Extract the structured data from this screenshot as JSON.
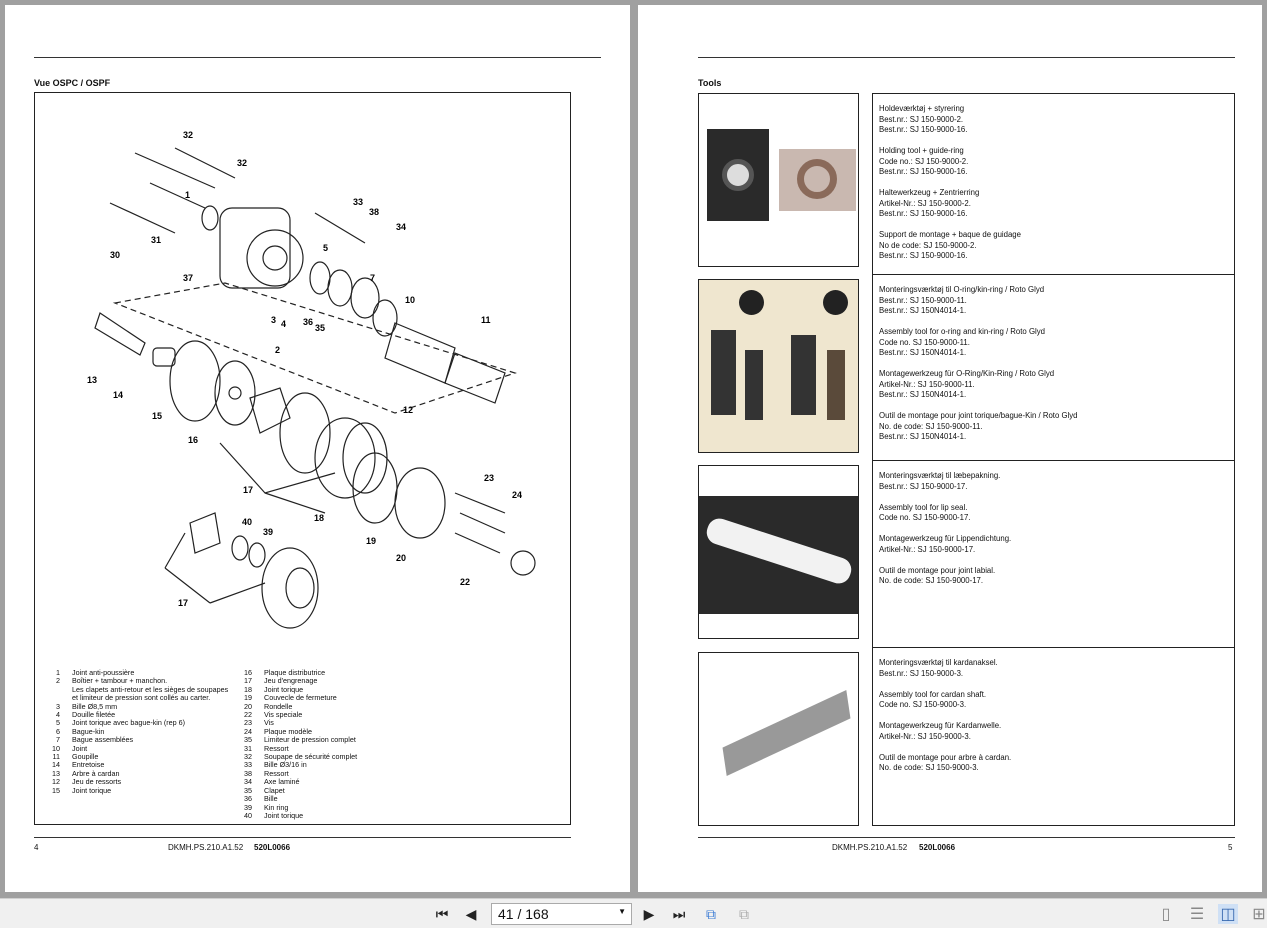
{
  "left_page": {
    "section_title": "Vue OSPC / OSPF",
    "callouts": [
      "32",
      "32",
      "1",
      "33",
      "38",
      "34",
      "5",
      "30",
      "31",
      "37",
      "7",
      "10",
      "11",
      "3",
      "4",
      "36",
      "35",
      "2",
      "13",
      "14",
      "15",
      "16",
      "12",
      "17",
      "18",
      "23",
      "24",
      "19",
      "20",
      "22",
      "40",
      "39",
      "17"
    ],
    "legend_left": [
      {
        "n": "1",
        "t": "Joint anti-poussière"
      },
      {
        "n": "2",
        "t": "Boîtier + tambour + manchon."
      },
      {
        "n": "",
        "t": "Les clapets anti-retour et les sièges de soupapes"
      },
      {
        "n": "",
        "t": "et limiteur de pression sont collés au carter."
      },
      {
        "n": "3",
        "t": "Bille Ø8,5 mm"
      },
      {
        "n": "4",
        "t": "Douille filetée"
      },
      {
        "n": "5",
        "t": "Joint torique avec bague-kin (rep 6)"
      },
      {
        "n": "6",
        "t": "Bague-kin"
      },
      {
        "n": "7",
        "t": "Bague assemblées"
      },
      {
        "n": "10",
        "t": "Joint"
      },
      {
        "n": "11",
        "t": "Goupille"
      },
      {
        "n": "14",
        "t": "Entretoise"
      },
      {
        "n": "13",
        "t": "Arbre à cardan"
      },
      {
        "n": "12",
        "t": "Jeu de ressorts"
      },
      {
        "n": "15",
        "t": "Joint torique"
      }
    ],
    "legend_right": [
      {
        "n": "16",
        "t": "Plaque distributrice"
      },
      {
        "n": "17",
        "t": "Jeu d'engrenage"
      },
      {
        "n": "18",
        "t": "Joint torique"
      },
      {
        "n": "19",
        "t": "Couvecle de fermeture"
      },
      {
        "n": "20",
        "t": "Rondelle"
      },
      {
        "n": "22",
        "t": "Vis speciale"
      },
      {
        "n": "23",
        "t": "Vis"
      },
      {
        "n": "24",
        "t": "Plaque modèle"
      },
      {
        "n": "35",
        "t": "Limiteur de pression complet"
      },
      {
        "n": "31",
        "t": "Ressort"
      },
      {
        "n": "32",
        "t": "Soupape de sécurité complet"
      },
      {
        "n": "33",
        "t": "Bille Ø3/16 in"
      },
      {
        "n": "38",
        "t": "Ressort"
      },
      {
        "n": "34",
        "t": "Axe laminé"
      },
      {
        "n": "35",
        "t": "Clapet"
      },
      {
        "n": "36",
        "t": "Bille"
      },
      {
        "n": "39",
        "t": "Kin ring"
      },
      {
        "n": "40",
        "t": "Joint torique"
      }
    ],
    "page_number": "4",
    "doc_code": "DKMH.PS.210.A1.52",
    "doc_id": "520L0066"
  },
  "right_page": {
    "section_title": "Tools",
    "tools": [
      {
        "paras": [
          [
            "Holdeværktøj + styrering",
            "Best.nr.: SJ 150-9000-2.",
            "Best.nr.: SJ 150-9000-16."
          ],
          [
            "Holding tool + guide-ring",
            "Code no.: SJ 150-9000-2.",
            "Best.nr.: SJ 150-9000-16."
          ],
          [
            "Haltewerkzeug + Zentrierring",
            "Artikel-Nr.: SJ 150-9000-2.",
            "Best.nr.: SJ 150-9000-16."
          ],
          [
            "Support de montage + baque de guidage",
            "No de code: SJ 150-9000-2.",
            "Best.nr.: SJ 150-9000-16."
          ]
        ]
      },
      {
        "paras": [
          [
            "Monteringsværktøj til O-ring/kin-ring / Roto Glyd",
            "Best.nr.: SJ 150-9000-11.",
            "Best.nr.: SJ 150N4014-1."
          ],
          [
            "Assembly tool for o-ring and kin-ring / Roto Glyd",
            "Code no. SJ 150-9000-11.",
            "Best.nr.: SJ 150N4014-1."
          ],
          [
            "Montagewerkzeug für O-Ring/Kin-Ring / Roto Glyd",
            "Artikel-Nr.: SJ 150-9000-11.",
            "Best.nr.: SJ 150N4014-1."
          ],
          [
            "Outil de montage pour joint torique/bague-Kin / Roto Glyd",
            "No. de code: SJ 150-9000-11.",
            "Best.nr.: SJ 150N4014-1."
          ]
        ]
      },
      {
        "paras": [
          [
            "Monteringsværktøj til læbepakning.",
            "Best.nr.: SJ 150-9000-17."
          ],
          [
            "Assembly tool for lip seal.",
            "Code no. SJ 150-9000-17."
          ],
          [
            "Montagewerkzeug für Lippendichtung.",
            "Artikel-Nr.: SJ 150-9000-17."
          ],
          [
            "Outil de montage pour joint labial.",
            "No. de code: SJ 150-9000-17."
          ]
        ]
      },
      {
        "paras": [
          [
            "Monteringsværktøj til kardanaksel.",
            "Best.nr.: SJ 150-9000-3."
          ],
          [
            "Assembly tool for cardan shaft.",
            "Code no. SJ 150-9000-3."
          ],
          [
            "Montagewerkzeug für Kardanwelle.",
            "Artikel-Nr.: SJ 150-9000-3."
          ],
          [
            "Outil de montage pour arbre à cardan.",
            "No. de code: SJ 150-9000-3."
          ]
        ]
      }
    ],
    "page_number": "5",
    "doc_code": "DKMH.PS.210.A1.52",
    "doc_id": "520L0066"
  },
  "toolbar": {
    "page_indicator": "41 / 168",
    "active_view": "two-page"
  }
}
